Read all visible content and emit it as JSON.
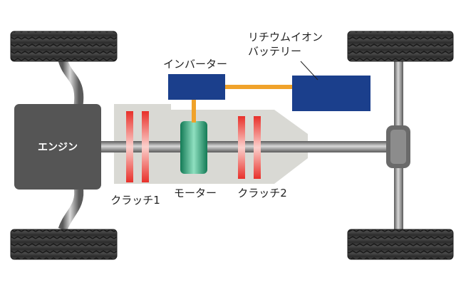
{
  "labels": {
    "engine": "エンジン",
    "inverter": "インバーター",
    "battery_line1": "リチウムイオン",
    "battery_line2": "バッテリー",
    "clutch1": "クラッチ1",
    "motor": "モーター",
    "clutch2": "クラッチ2"
  },
  "colors": {
    "tire": "#3a3a3a",
    "tread": "#1e1e1e",
    "engine": "#555555",
    "housing": "#d9d9d4",
    "shaft": "#8a8a8a",
    "clutch": "#e8302a",
    "motor": "#1f9a6e",
    "inverter": "#1b3f8c",
    "battery": "#1b3f8c",
    "wire": "#f0a22a"
  }
}
